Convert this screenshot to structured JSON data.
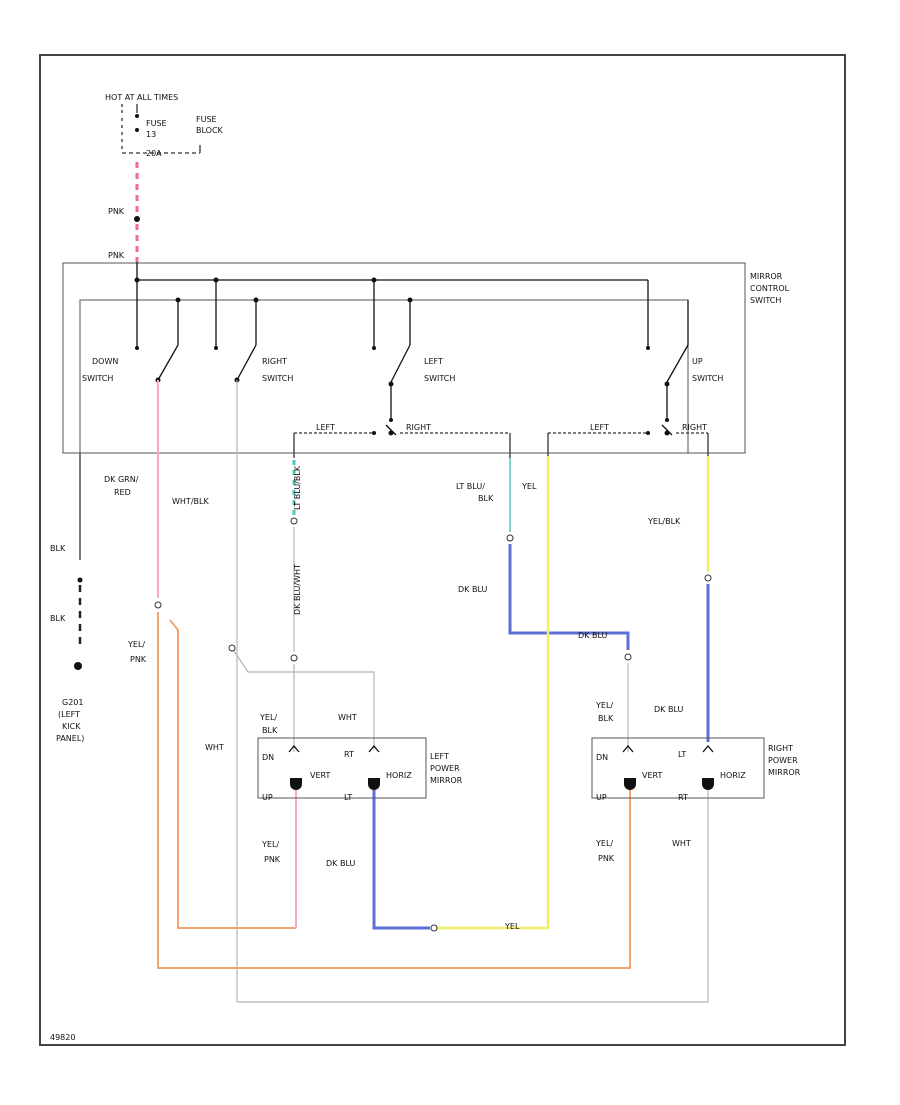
{
  "power": {
    "hot_label": "HOT AT ALL TIMES",
    "fuse_line1": "FUSE",
    "fuse_line2": "13",
    "fuse_line3": "20A",
    "fuse_block_line1": "FUSE",
    "fuse_block_line2": "BLOCK",
    "pnk1": "PNK",
    "pnk2": "PNK"
  },
  "control_switch": {
    "title_line1": "MIRROR",
    "title_line2": "CONTROL",
    "title_line3": "SWITCH",
    "down_line1": "DOWN",
    "down_line2": "SWITCH",
    "right_line1": "RIGHT",
    "right_line2": "SWITCH",
    "left_line1": "LEFT",
    "left_line2": "SWITCH",
    "up_line1": "UP",
    "up_line2": "SWITCH",
    "sel_left_1": "LEFT",
    "sel_right_1": "RIGHT",
    "sel_left_2": "LEFT",
    "sel_right_2": "RIGHT"
  },
  "wires": {
    "dk_grn_red_1": "DK GRN/",
    "dk_grn_red_2": "RED",
    "wht_blk": "WHT/BLK",
    "lt_blu_blk_v": "LT BLU/BLK",
    "dk_blu_wht_v": "DK BLU/WHT",
    "lt_blu_1": "LT BLU/",
    "lt_blu_2": "BLK",
    "yel_top": "YEL",
    "yel_blk": "YEL/BLK",
    "blk1": "BLK",
    "blk2": "BLK",
    "dk_blu_mid": "DK BLU",
    "dk_blu_horiz": "DK BLU",
    "yel_pnk_1a": "YEL/",
    "yel_pnk_1b": "PNK",
    "wht_left": "WHT",
    "yel_blk_l_a": "YEL/",
    "yel_blk_l_b": "BLK",
    "wht_top_l": "WHT",
    "yel_pnk_2a": "YEL/",
    "yel_pnk_2b": "PNK",
    "dk_blu_low": "DK BLU",
    "yel_bottom": "YEL",
    "yel_blk_r_a": "YEL/",
    "yel_blk_r_b": "BLK",
    "dk_blu_r": "DK BLU",
    "yel_pnk_3a": "YEL/",
    "yel_pnk_3b": "PNK",
    "wht_right": "WHT"
  },
  "ground": {
    "line1": "G201",
    "line2": "(LEFT",
    "line3": "KICK",
    "line4": "PANEL)"
  },
  "left_mirror": {
    "title_line1": "LEFT",
    "title_line2": "POWER",
    "title_line3": "MIRROR",
    "pin_dn": "DN",
    "pin_rt": "RT",
    "pin_up": "UP",
    "pin_lt": "LT",
    "vert": "VERT",
    "horiz": "HORIZ"
  },
  "right_mirror": {
    "title_line1": "RIGHT",
    "title_line2": "POWER",
    "title_line3": "MIRROR",
    "pin_dn": "DN",
    "pin_lt": "LT",
    "pin_up": "UP",
    "pin_rt": "RT",
    "vert": "VERT",
    "horiz": "HORIZ"
  },
  "figure_id": "49820"
}
